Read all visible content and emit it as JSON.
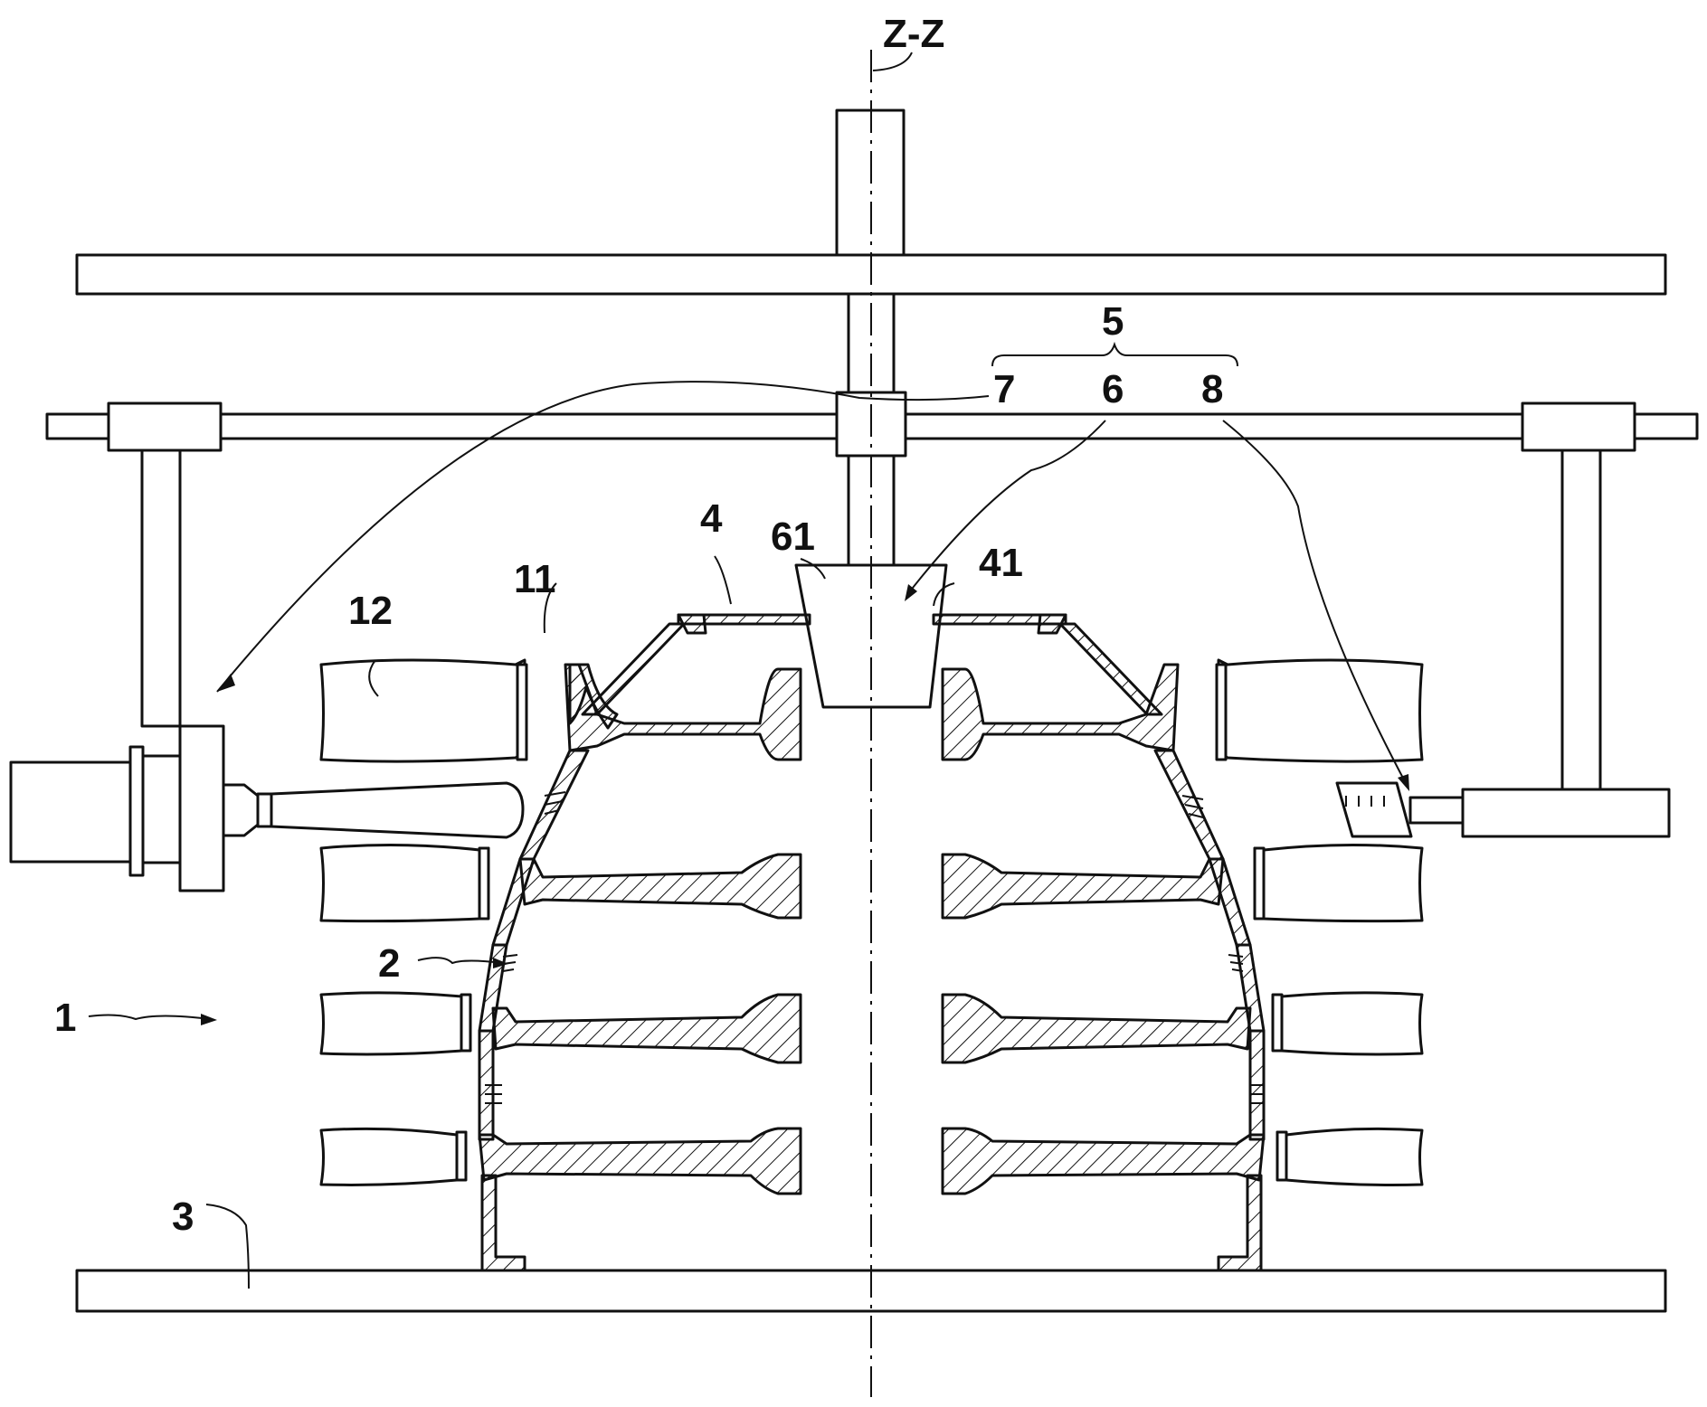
{
  "figure": {
    "axis_label": "Z-Z",
    "reference_numerals": {
      "n1": "1",
      "n2": "2",
      "n3": "3",
      "n4": "4",
      "n41": "41",
      "n5": "5",
      "n6": "6",
      "n61": "61",
      "n7": "7",
      "n8": "8",
      "n11": "11",
      "n12": "12"
    }
  }
}
